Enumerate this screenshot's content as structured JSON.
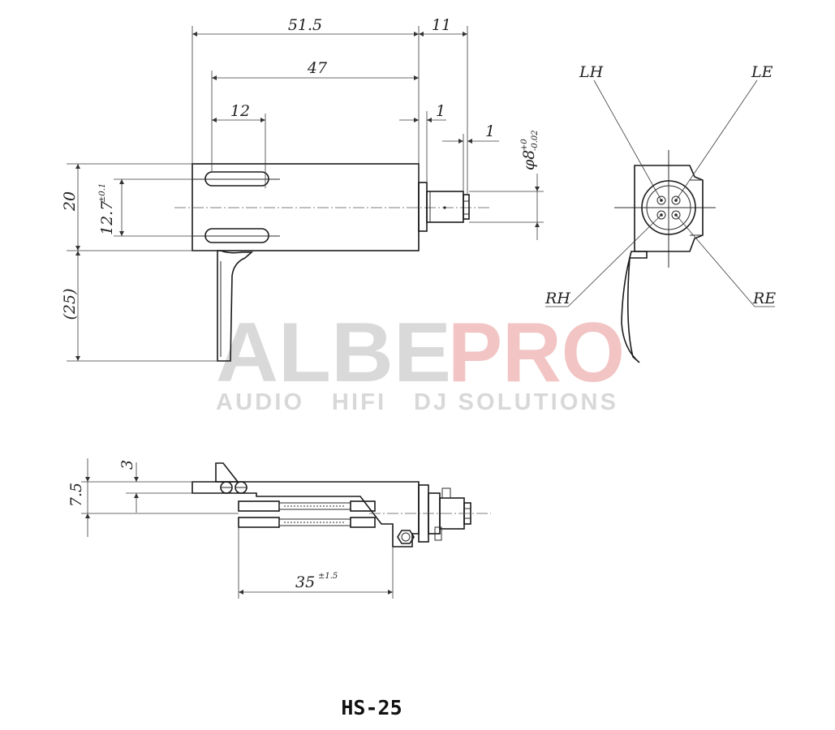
{
  "dimensions": {
    "overall_length": "51.5",
    "connector_length": "11",
    "body_length": "47",
    "slot_offset": "12",
    "flange": "1",
    "pin_step": "1",
    "pin_diameter": "φ8",
    "pin_diameter_tol_upper": "+0",
    "pin_diameter_tol_lower": "-0.02",
    "body_height": "20",
    "slot_spacing": "12.7",
    "slot_spacing_tol": "±0.1",
    "finger_lift": "(25)",
    "side_height": "7.5",
    "side_offset": "3",
    "lead_length": "35",
    "lead_length_tol": "±1.5"
  },
  "pin_labels": {
    "lh": "LH",
    "le": "LE",
    "rh": "RH",
    "re": "RE"
  },
  "watermark": {
    "brand_left": "ALBE",
    "brand_right": "PRO",
    "tagline": "AUDIO   HIFI   DJ SOLUTIONS",
    "color_left": "#d9d9d9",
    "color_right": "#f2c4c4"
  },
  "model": "HS-25"
}
